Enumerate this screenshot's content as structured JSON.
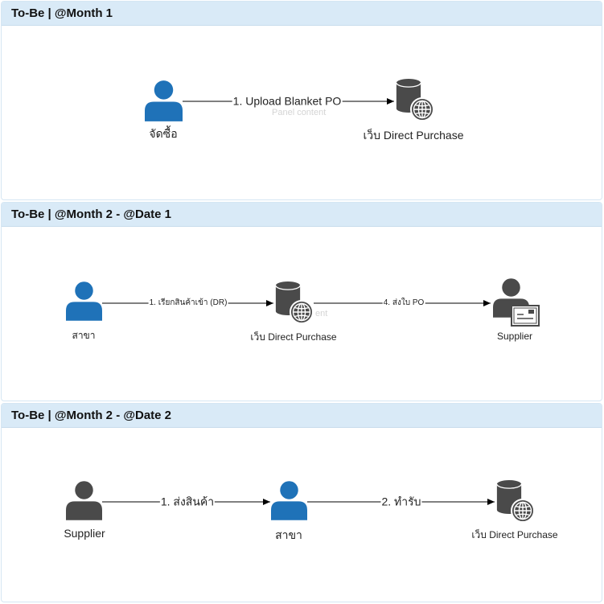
{
  "panels": [
    {
      "title": "To-Be | @Month 1",
      "ghost_text": "Panel content",
      "nodes": [
        {
          "label": "จัดซื้อ",
          "icon": "user-icon"
        },
        {
          "label": "เว็บ Direct Purchase",
          "icon": "database-web-icon"
        }
      ],
      "edges": [
        {
          "label": "1. Upload Blanket  PO"
        }
      ]
    },
    {
      "title": "To-Be | @Month 2 - @Date 1",
      "ghost_text": "ent",
      "nodes": [
        {
          "label": "สาขา",
          "icon": "user-icon"
        },
        {
          "label": "เว็บ Direct Purchase",
          "icon": "database-web-icon"
        },
        {
          "label": "Supplier",
          "icon": "supplier-mail-icon"
        }
      ],
      "edges": [
        {
          "label": "1. เรียกสินค้าเข้า (DR)"
        },
        {
          "label": "4. ส่งใบ PO"
        }
      ]
    },
    {
      "title": "To-Be | @Month 2 - @Date 2",
      "nodes": [
        {
          "label": "Supplier",
          "icon": "user-icon"
        },
        {
          "label": "สาขา",
          "icon": "user-icon"
        },
        {
          "label": "เว็บ Direct Purchase",
          "icon": "database-web-icon"
        }
      ],
      "edges": [
        {
          "label": "1. ส่งสินค้า"
        },
        {
          "label": "2. ทำรับ"
        }
      ]
    }
  ],
  "colors": {
    "user_blue": "#1f72b8",
    "dark_gray": "#4a4a4a",
    "header_bg": "#d9eaf7"
  }
}
